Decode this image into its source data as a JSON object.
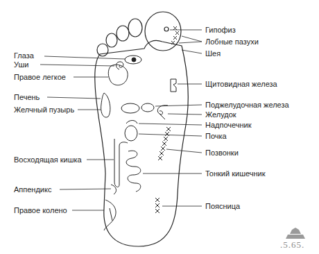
{
  "diagram": {
    "labels": [
      "Гипофиз",
      "Лобные пазухи",
      "Шея",
      "Глаза",
      "Уши",
      "Правое легкое",
      "Щитовидная железа",
      "Печень",
      "Поджелудочная железа",
      "Желчный пузырь",
      "Желудок",
      "Надпочечник",
      "Почка",
      "Позвонки",
      "Восходящая кишка",
      "Тонкий кишечник",
      "Аппендикс",
      "Поясница",
      "Правое колено",
      ".5.65."
    ]
  }
}
